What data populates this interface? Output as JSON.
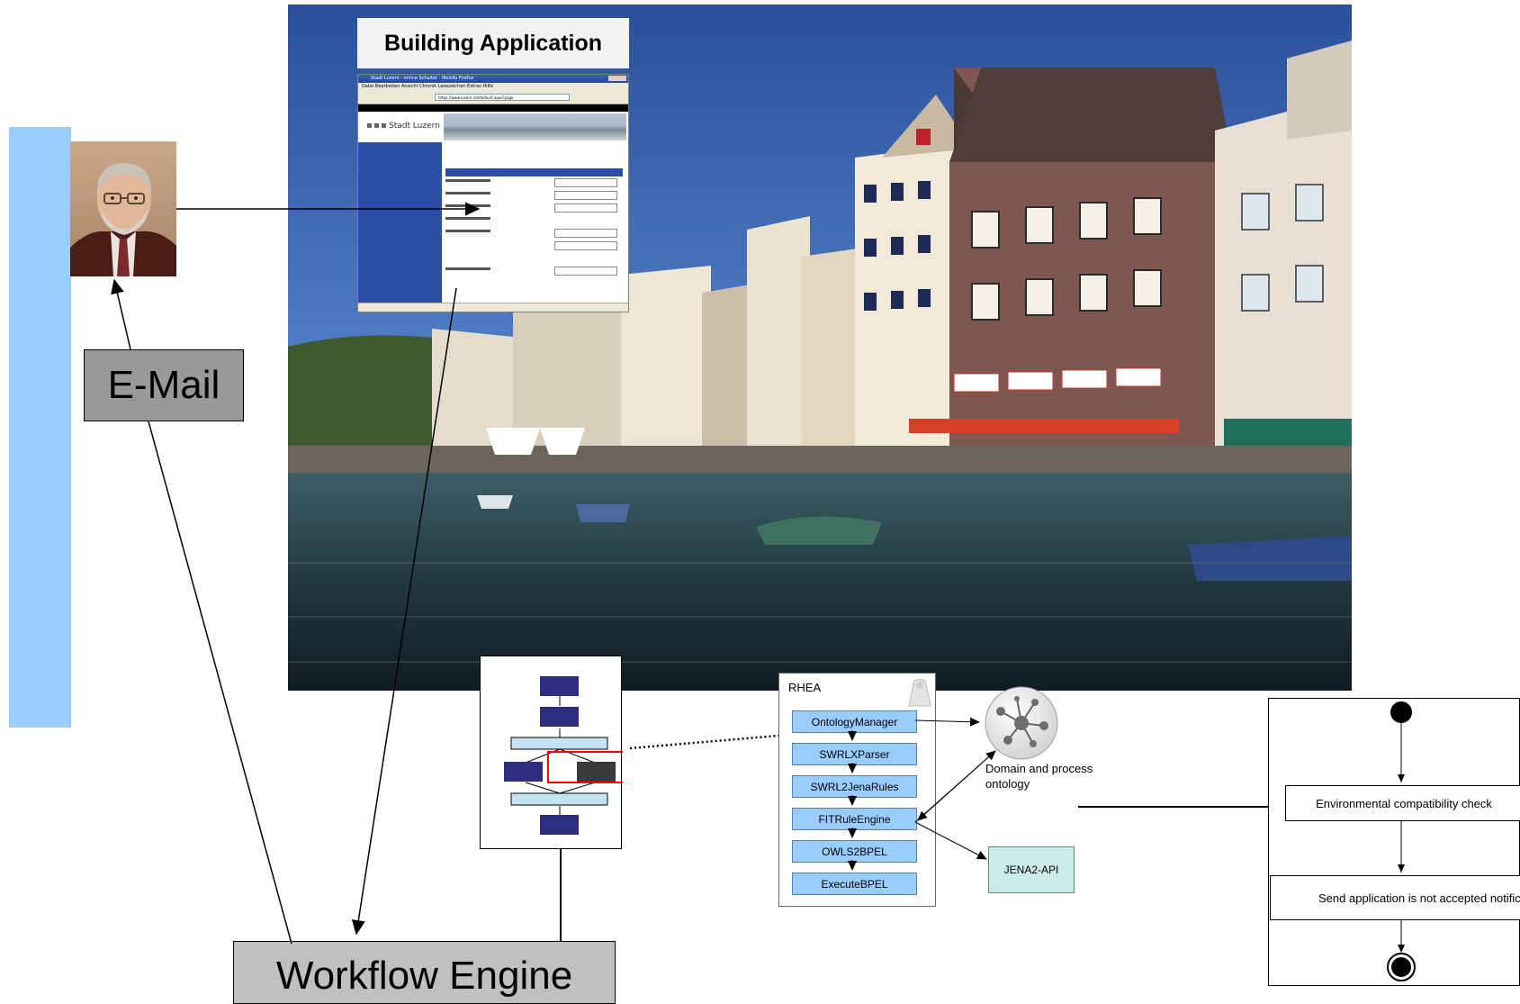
{
  "app_title": "Building Application",
  "email_label": "E-Mail",
  "workflow_engine_label": "Workflow Engine",
  "rhea": {
    "title": "RHEA",
    "components": [
      "OntologyManager",
      "SWRLXParser",
      "SWRL2JenaRules",
      "FITRuleEngine",
      "OWLS2BPEL",
      "ExecuteBPEL"
    ]
  },
  "ontology_label": "Domain and process ontology",
  "jena_label": "JENA2-API",
  "activity": {
    "steps": [
      "Environmental compatibility check",
      "Send application is not accepted notification"
    ]
  },
  "browser": {
    "window_title": "Stadt Luzern - online Schalter - Mozilla Firefox",
    "menu": "Datei  Bearbeiten  Ansicht  Chronik  Lesezeichen  Extras  Hilfe",
    "address": "https://www.luzern.net/default.aspx?page",
    "logo": "Stadt Luzern"
  },
  "colors": {
    "sidebar": "#99ccff",
    "email_box": "#999999",
    "engine_box": "#c0c0c0",
    "rhea_component": "#99ccff",
    "jena_box": "#ccecea",
    "workflow_task": "#2e2e80",
    "workflow_gateway": "#c6e2f5",
    "highlight": "#ff0000"
  }
}
